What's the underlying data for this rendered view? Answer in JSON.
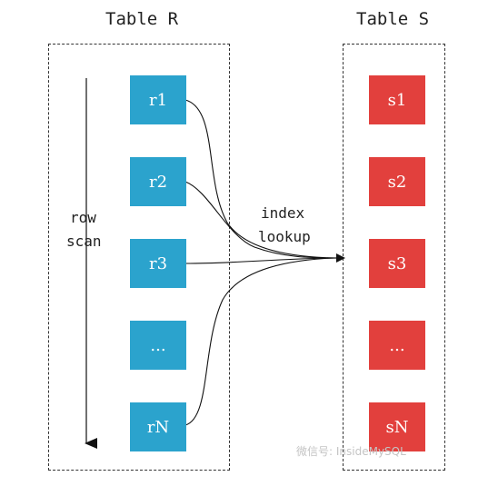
{
  "table_r": {
    "title": "Table R",
    "rows": [
      "r1",
      "r2",
      "r3",
      "...",
      "rN"
    ],
    "row_color": "#2ba3cd"
  },
  "table_s": {
    "title": "Table S",
    "rows": [
      "s1",
      "s2",
      "s3",
      "...",
      "sN"
    ],
    "row_color": "#e2403d"
  },
  "labels": {
    "row_scan_line1": "row",
    "row_scan_line2": "scan",
    "index_lookup_line1": "index",
    "index_lookup_line2": "lookup"
  },
  "watermark": "微信号: InsideMySQL"
}
